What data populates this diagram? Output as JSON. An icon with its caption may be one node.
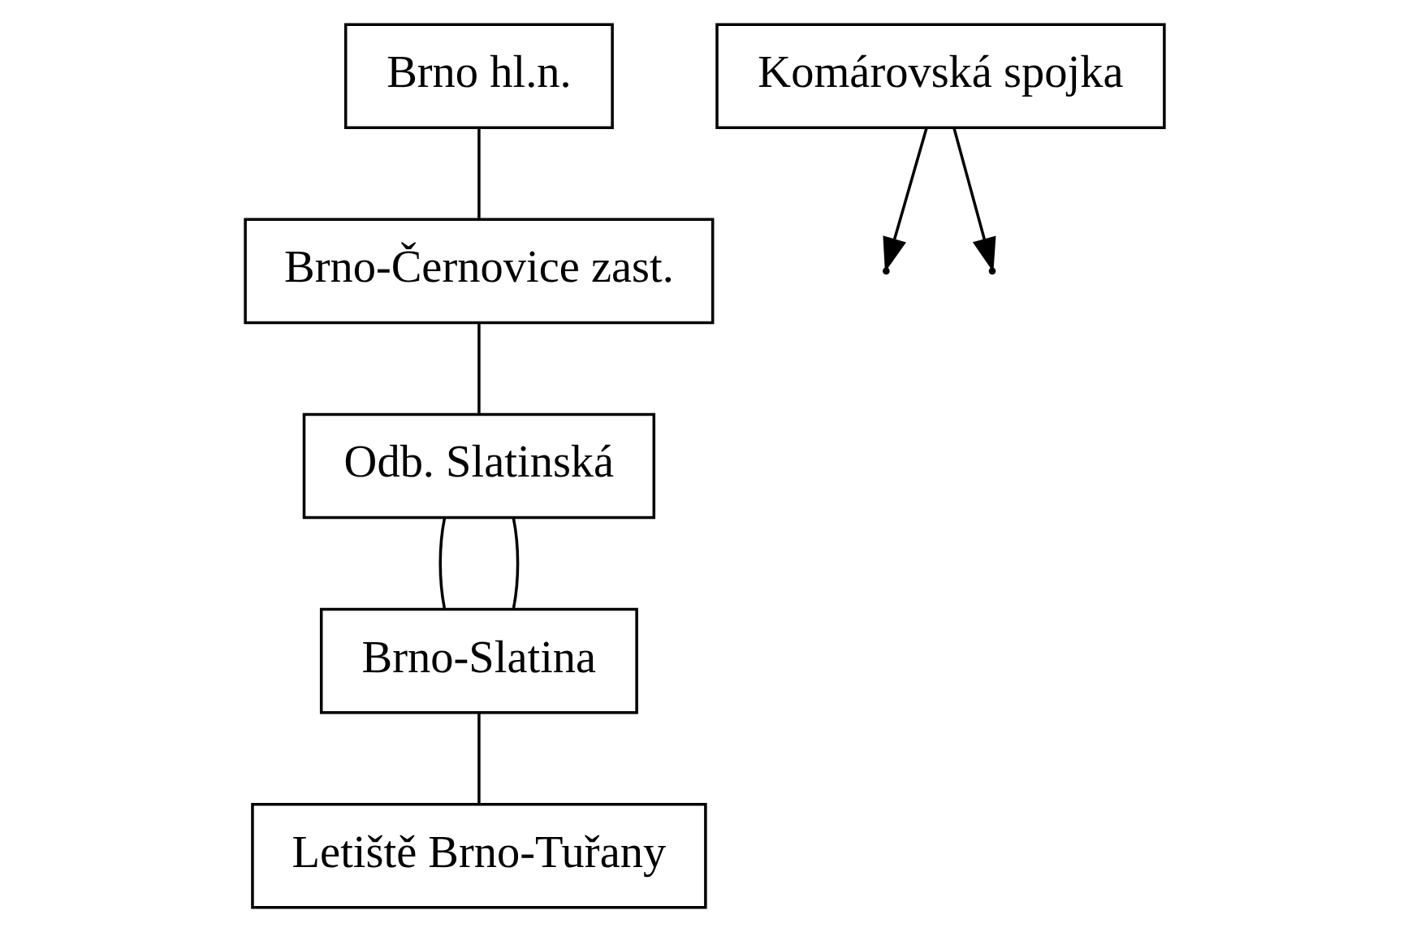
{
  "diagram": {
    "nodes": [
      {
        "text": [
          "Brno hl.n."
        ]
      },
      {
        "text": [
          "Komárovská spojka"
        ]
      },
      {
        "text": [
          "Brno-Černovice zast."
        ]
      },
      {
        "text": [
          "Odb. Slatinská"
        ]
      },
      {
        "text": [
          "Brno-Slatina"
        ]
      },
      {
        "text": [
          "Letiště Brno-Tuřany"
        ]
      }
    ],
    "edges": [
      {
        "from": 0,
        "to": 2,
        "arrow": "none"
      },
      {
        "from": 1,
        "to": null,
        "arrow": "to"
      },
      {
        "from": 1,
        "to": null,
        "arrow": "to"
      },
      {
        "from": 2,
        "to": 3,
        "arrow": "none"
      },
      {
        "from": 3,
        "to": 4,
        "arrow": "none"
      },
      {
        "from": 3,
        "to": 4,
        "arrow": "none"
      },
      {
        "from": 4,
        "to": 5,
        "arrow": "none"
      }
    ]
  }
}
